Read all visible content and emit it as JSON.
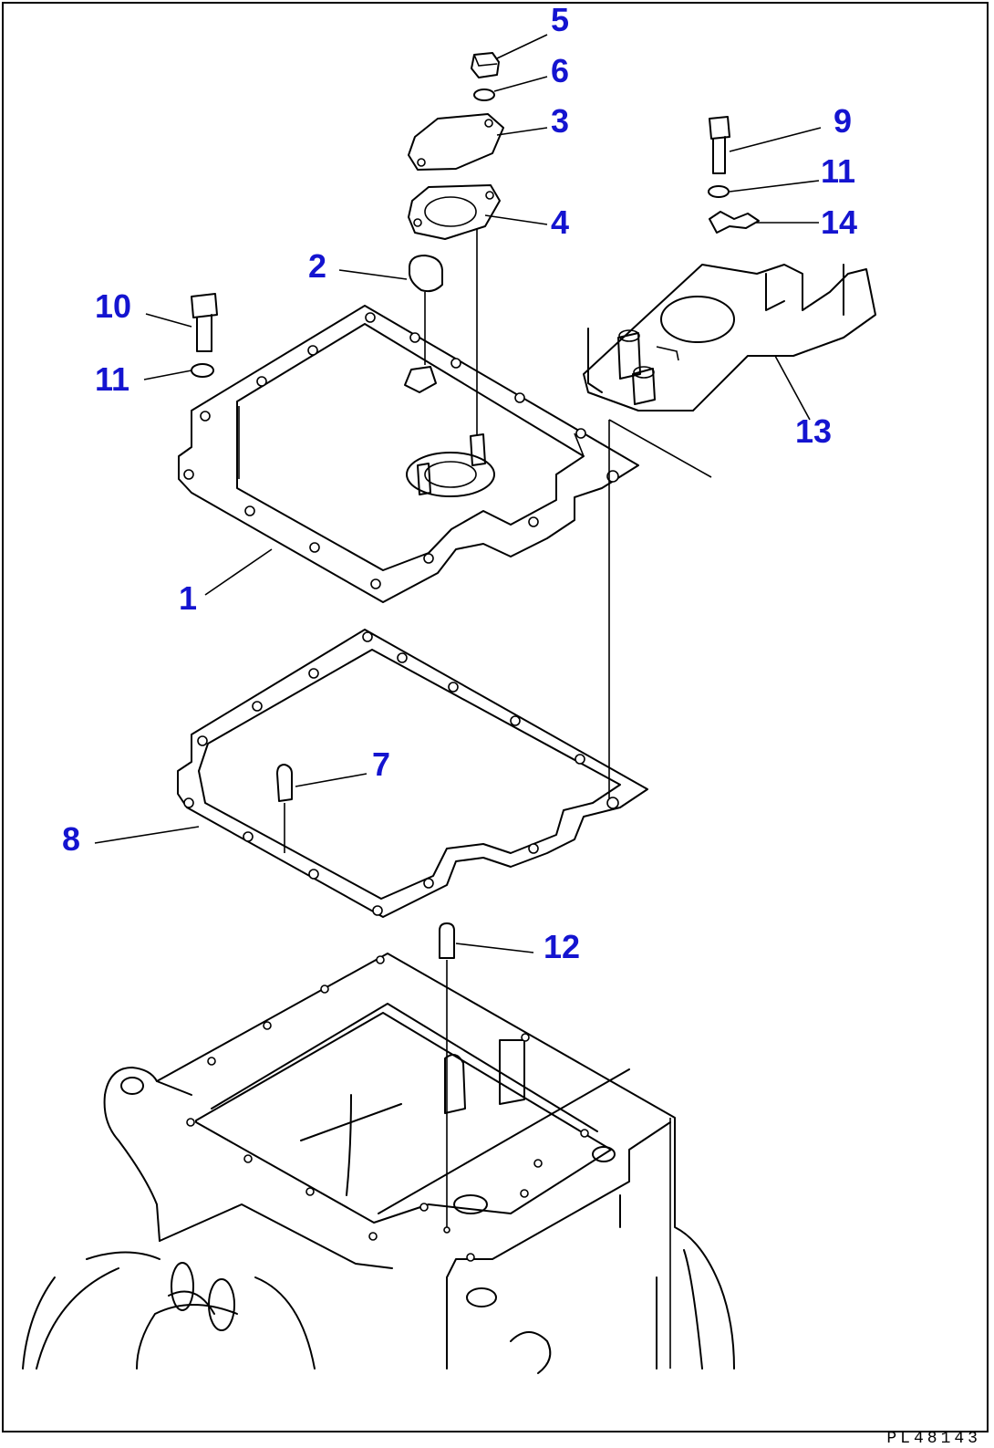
{
  "diagram": {
    "callouts": [
      {
        "id": "5",
        "label": "5"
      },
      {
        "id": "6",
        "label": "6"
      },
      {
        "id": "3",
        "label": "3"
      },
      {
        "id": "9",
        "label": "9"
      },
      {
        "id": "11a",
        "label": "11"
      },
      {
        "id": "4",
        "label": "4"
      },
      {
        "id": "14",
        "label": "14"
      },
      {
        "id": "2",
        "label": "2"
      },
      {
        "id": "10",
        "label": "10"
      },
      {
        "id": "11b",
        "label": "11"
      },
      {
        "id": "13",
        "label": "13"
      },
      {
        "id": "1",
        "label": "1"
      },
      {
        "id": "7",
        "label": "7"
      },
      {
        "id": "8",
        "label": "8"
      },
      {
        "id": "12",
        "label": "12"
      }
    ],
    "document_code": "PL48143",
    "callout_color": "#1414d0",
    "line_color": "#000000"
  }
}
